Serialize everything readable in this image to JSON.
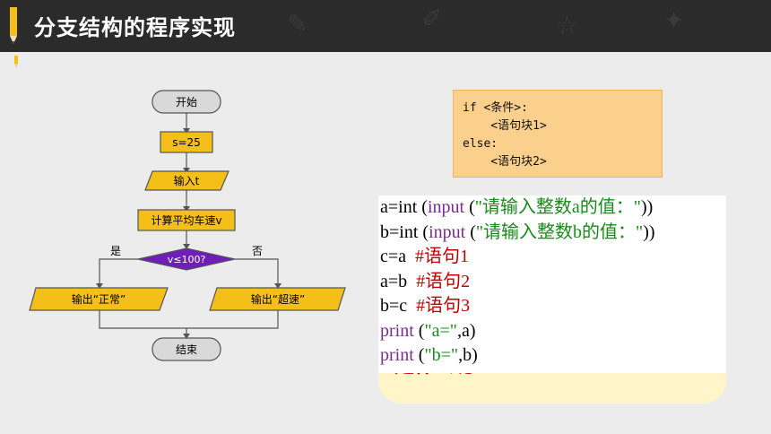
{
  "header": {
    "title": "分支结构的程序实现"
  },
  "flowchart": {
    "start": "开始",
    "assign": "s=25",
    "input": "输入t",
    "calc": "计算平均车速v",
    "decision": "v≤100?",
    "yes": "是",
    "no": "否",
    "out_normal": "输出“正常”",
    "out_speed": "输出“超速”",
    "end": "结束"
  },
  "syntax": {
    "line1": "if <条件>:",
    "line2": "    <语句块1>",
    "line3": "else:",
    "line4": "    <语句块2>"
  },
  "code": {
    "l1_a": "a=int ",
    "l1_b": "(",
    "l1_c": "input",
    "l1_d": " (",
    "l1_e": "\"请输入整数a的值：\"",
    "l1_f": "))",
    "l2_a": "b=int ",
    "l2_b": "(",
    "l2_c": "input",
    "l2_d": " (",
    "l2_e": "\"请输入整数b的值：\"",
    "l2_f": "))",
    "l3_a": "c=a  ",
    "l3_b": "#语句1",
    "l4_a": "a=b  ",
    "l4_b": "#语句2",
    "l5_a": "b=c  ",
    "l5_b": "#语句3",
    "l6_a": "print",
    "l6_b": " (",
    "l6_c": "\"a=\"",
    "l6_d": ",a)",
    "l7_a": "print",
    "l7_b": " (",
    "l7_c": "\"b=\"",
    "l7_d": ",b)"
  },
  "note": {
    "partial": "是什么呢？"
  },
  "colors": {
    "header_bg": "#2b2b2b",
    "accent_yellow": "#f5bf1a",
    "syntax_bg": "#fbcf8c",
    "decision_purple": "#6f1fb8"
  }
}
